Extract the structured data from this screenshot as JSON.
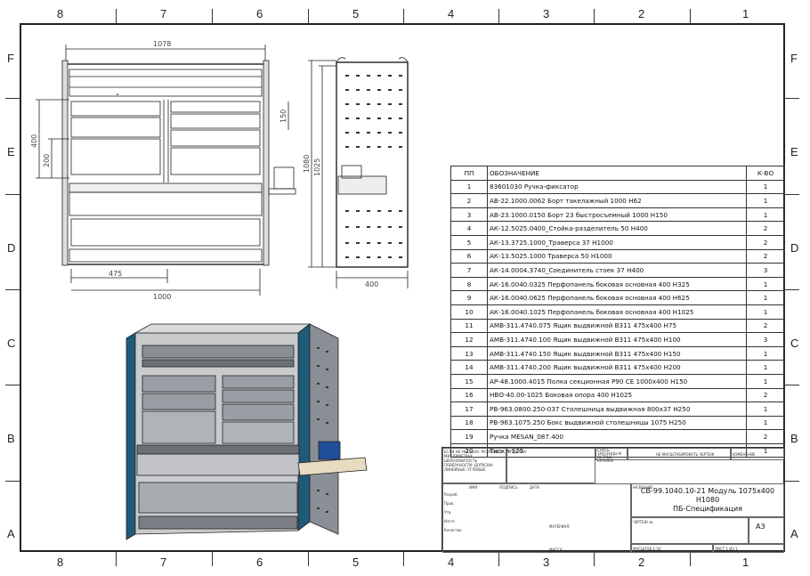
{
  "zones": {
    "columns": [
      "8",
      "7",
      "6",
      "5",
      "4",
      "3",
      "2",
      "1"
    ],
    "rows": [
      "F",
      "E",
      "D",
      "C",
      "B",
      "A"
    ]
  },
  "dimensions": {
    "front_width_top": "1078",
    "front_height_400": "400",
    "front_height_200": "200",
    "front_150": "150",
    "front_475": "475",
    "front_1000": "1000",
    "side_1080": "1080",
    "side_1025": "1025",
    "side_400": "400"
  },
  "spec_table": {
    "header": {
      "num": "ПП",
      "name": "ОБОЗНАЧЕНИЕ",
      "qty": "К-ВО"
    },
    "rows": [
      {
        "num": "1",
        "name": "83601030 Ручка-фиксатор",
        "qty": "1"
      },
      {
        "num": "2",
        "name": "АВ-22.1000.0062 Борт такелажный 1000 Н62",
        "qty": "1"
      },
      {
        "num": "3",
        "name": "АВ-23.1000.0150 Борт 23 быстросъемный 1000 Н150",
        "qty": "1"
      },
      {
        "num": "4",
        "name": "АК-12.5025.0400_Стойка-разделитель 50 Н400",
        "qty": "2"
      },
      {
        "num": "5",
        "name": "АК-13.3725.1000_Траверса 37 Н1000",
        "qty": "2"
      },
      {
        "num": "6",
        "name": "АК-13.5025.1000 Траверса 50 Н1000",
        "qty": "2"
      },
      {
        "num": "7",
        "name": "АК-14.0004.3740_Соединитель стоек 37 Н400",
        "qty": "3"
      },
      {
        "num": "8",
        "name": "АК-16.0040.0325 Перфопанель боковая основная 400 Н325",
        "qty": "1"
      },
      {
        "num": "9",
        "name": "АК-16.0040.0625 Перфопанель боковая основная 400 Н625",
        "qty": "1"
      },
      {
        "num": "10",
        "name": "АК-16.0040.1025 Перфопанель боковая основная 400 Н1025",
        "qty": "1"
      },
      {
        "num": "11",
        "name": "АМВ-311.4740.075 Ящик выдвижной B311 475х400 Н75",
        "qty": "2"
      },
      {
        "num": "12",
        "name": "АМВ-311.4740.100 Ящик выдвижной B311 475х400 Н100",
        "qty": "3"
      },
      {
        "num": "13",
        "name": "АМВ-311.4740.150 Ящик выдвижной B311 475х400 Н150",
        "qty": "1"
      },
      {
        "num": "14",
        "name": "АМВ-311.4740.200 Ящик выдвижной B311 475х400 Н200",
        "qty": "1"
      },
      {
        "num": "15",
        "name": "АР-48.1000.4015 Полка секционная Р90 СЕ 1000х400 Н150",
        "qty": "1"
      },
      {
        "num": "16",
        "name": "НВО-40.00-1025 Боковая опора 400 Н1025",
        "qty": "2"
      },
      {
        "num": "17",
        "name": "РВ-963.0800.250-037 Столешница выдвижная 800х37 Н250",
        "qty": "1"
      },
      {
        "num": "18",
        "name": "РВ-963.1075.250 Бокс выдвижной столешницы 1075 Н250",
        "qty": "1"
      },
      {
        "num": "19",
        "name": "Ручка MESAN_087.400",
        "qty": "2"
      },
      {
        "num": "20",
        "name": "Тиски-125",
        "qty": "1"
      }
    ]
  },
  "title_block": {
    "title_line1": "СВ-99.1040.10-21 Модуль 1075х400 Н1080",
    "title_line2": "ПБ-Спецификация",
    "format": "А3",
    "labels": {
      "tolerances": "ЕСЛИ НЕ УКАЗАНО: РАЗМЕРЫ В МИЛЛИМЕТРАХ ШЕРОХОВАТОСТЬ ПОВЕРХНОСТИ: ДОПУСКИ: ЛИНЕЙНЫЕ: УГЛОВЫЕ:",
      "finish": "ОТДЕЛКА:",
      "deburr": "СНЯТЬ ЗАУСЕНЦЫ И ОСТРЫЕ КРОМКИ",
      "no_scale": "НЕ МАСШТАБИРОВАТЬ ЧЕРТЕЖ",
      "revision": "ИЗМЕНЕНИЕ",
      "name_col": "ИМЯ",
      "sign_col": "ПОДПИСЬ",
      "date_col": "ДАТА",
      "name_hdr": "НАЗВАНИЕ:",
      "developed": "Разраб.",
      "checked": "Пров.",
      "approved": "Утв.",
      "made": "Изгот.",
      "quality": "Качество",
      "material": "МАТЕРИАЛ:",
      "drawing_no": "ЧЕРТЕЖ №",
      "weight": "МАССА:",
      "scale": "МАСШТАБ:1:50",
      "sheet": "ЛИСТ 1 ИЗ 1"
    }
  },
  "colors": {
    "line": "#222222",
    "frame_blue": "#1f5a7a",
    "panel_grey": "#8a8f96",
    "light_grey": "#c8cacc",
    "wood": "#e8dcc0"
  }
}
